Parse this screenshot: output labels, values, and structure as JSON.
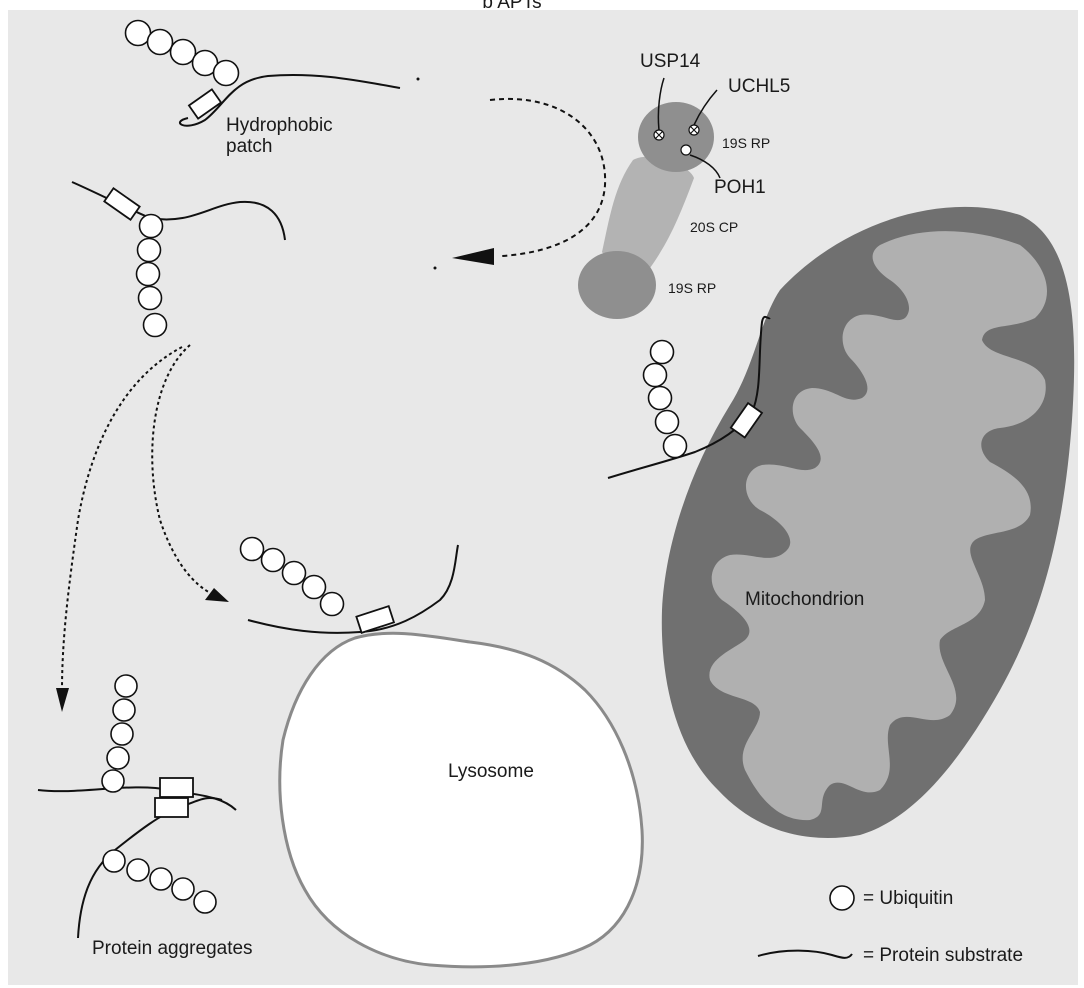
{
  "figure": {
    "header": "b  APTs",
    "colors": {
      "background": "#e8e8e8",
      "proteasome_core": "#b3b3b3",
      "proteasome_rp": "#8f8f8f",
      "mito_outer": "#707070",
      "mito_inner": "#b0b0b0",
      "lysosome": "#ffffff",
      "lysosome_edge": "#8a8a8a"
    }
  },
  "labels": {
    "hydrophobic_patch_line1": "Hydrophobic",
    "hydrophobic_patch_line2": "patch",
    "usp14": "USP14",
    "uchl5": "UCHL5",
    "poh1": "POH1",
    "rp_top": "19S RP",
    "cp": "20S CP",
    "rp_bottom": "19S RP",
    "mitochondrion": "Mitochondrion",
    "lysosome": "Lysosome",
    "protein_aggregates": "Protein aggregates"
  },
  "legend": {
    "ubiquitin": "= Ubiquitin",
    "protein_substrate": "= Protein substrate"
  },
  "icons": [
    "ubiquitin-circle",
    "hydrophobic-patch-box",
    "proteasome",
    "mitochondrion",
    "lysosome",
    "arrow"
  ]
}
